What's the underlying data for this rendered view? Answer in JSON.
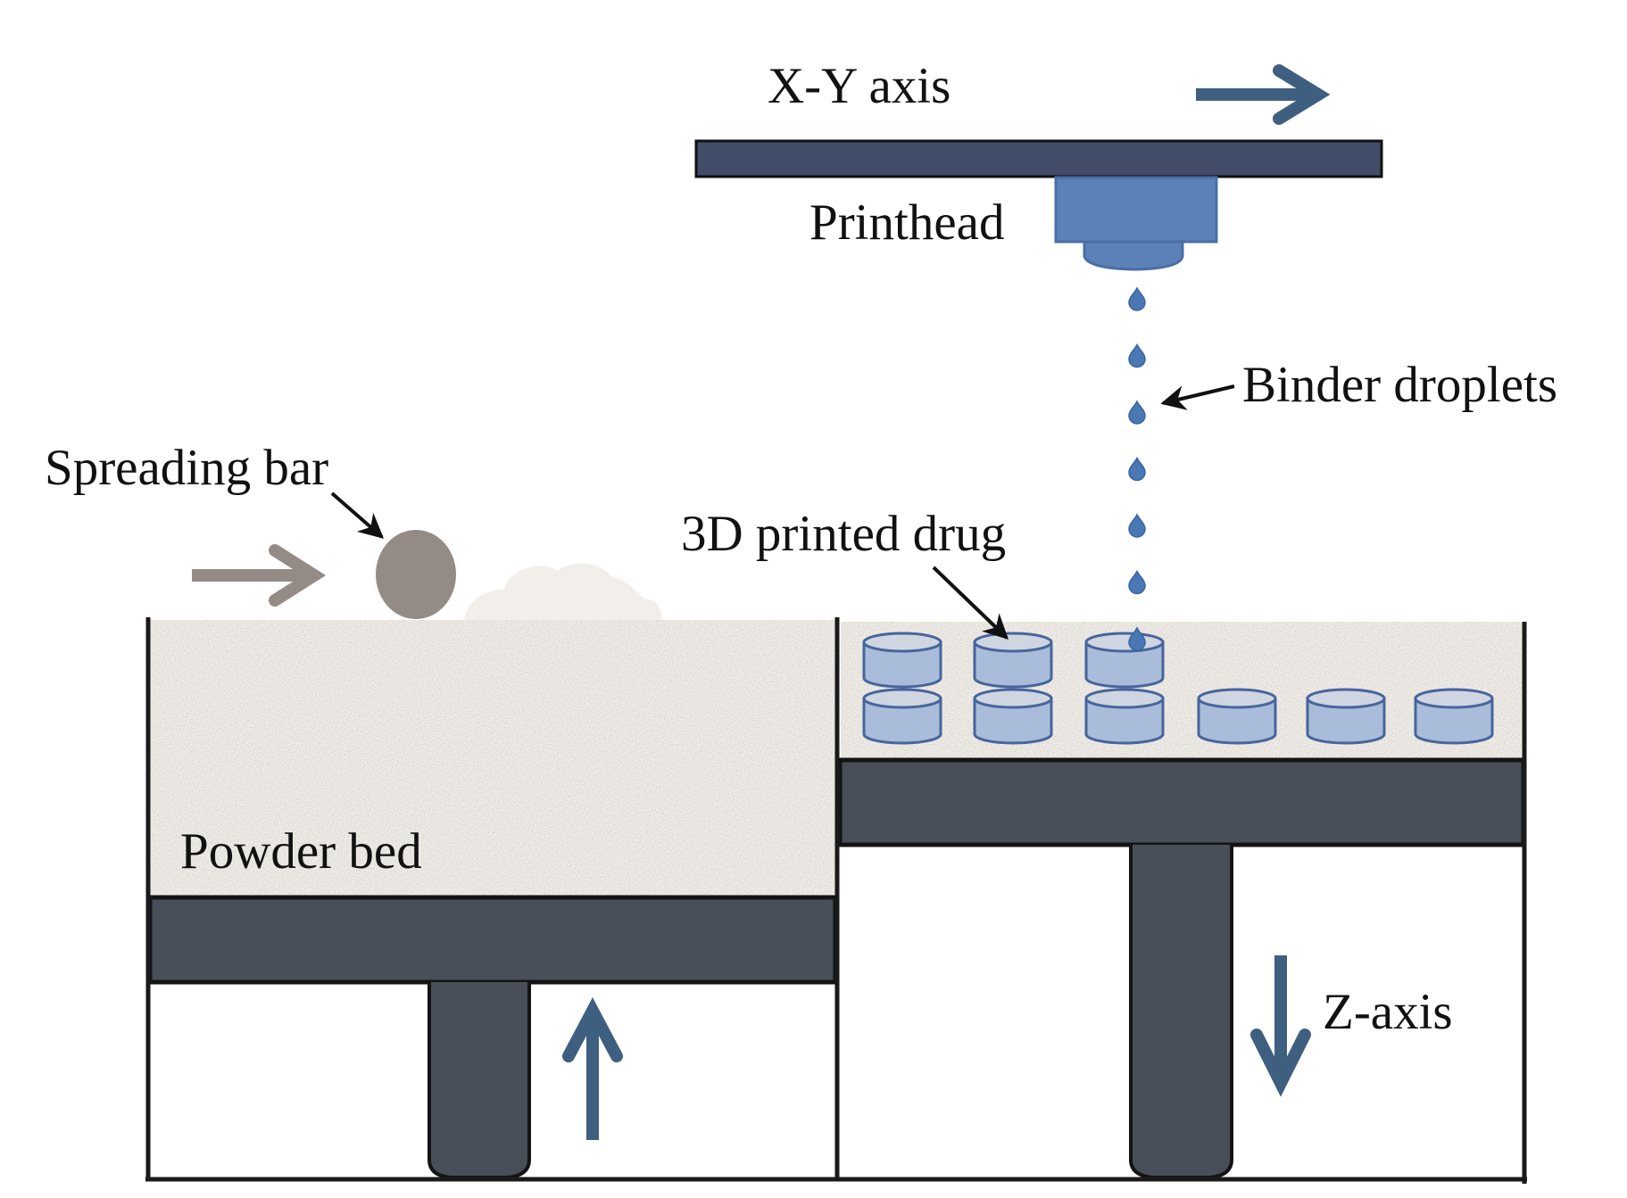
{
  "title": "Binder jetting 3D printing of drugs",
  "labels": {
    "xy_axis": "X-Y axis",
    "printhead": "Printhead",
    "binder_droplets": "Binder droplets",
    "spreading_bar": "Spreading bar",
    "printed_drug": "3D printed drug",
    "powder_bed": "Powder bed",
    "z_axis": "Z-axis"
  },
  "colors": {
    "gantry": "#404c68",
    "printhead": "#5b81b8",
    "droplet": "#4a78b4",
    "arrow_blue": "#3f5f80",
    "platform": "#484f58",
    "powder": "#f2efea",
    "spreading_bar": "#958b86",
    "tablet_fill": "#a9bcd9",
    "tablet_top": "#cfd6e2",
    "tablet_stroke": "#46659c",
    "wall": "#1a1a1a"
  },
  "tablets": {
    "top_row_count": 3,
    "bottom_row_count": 6
  },
  "droplet_count": 7,
  "motion": {
    "xy_axis_direction": "right",
    "spreading_bar_direction": "right",
    "feed_piston_direction": "up",
    "build_piston_direction": "down"
  }
}
